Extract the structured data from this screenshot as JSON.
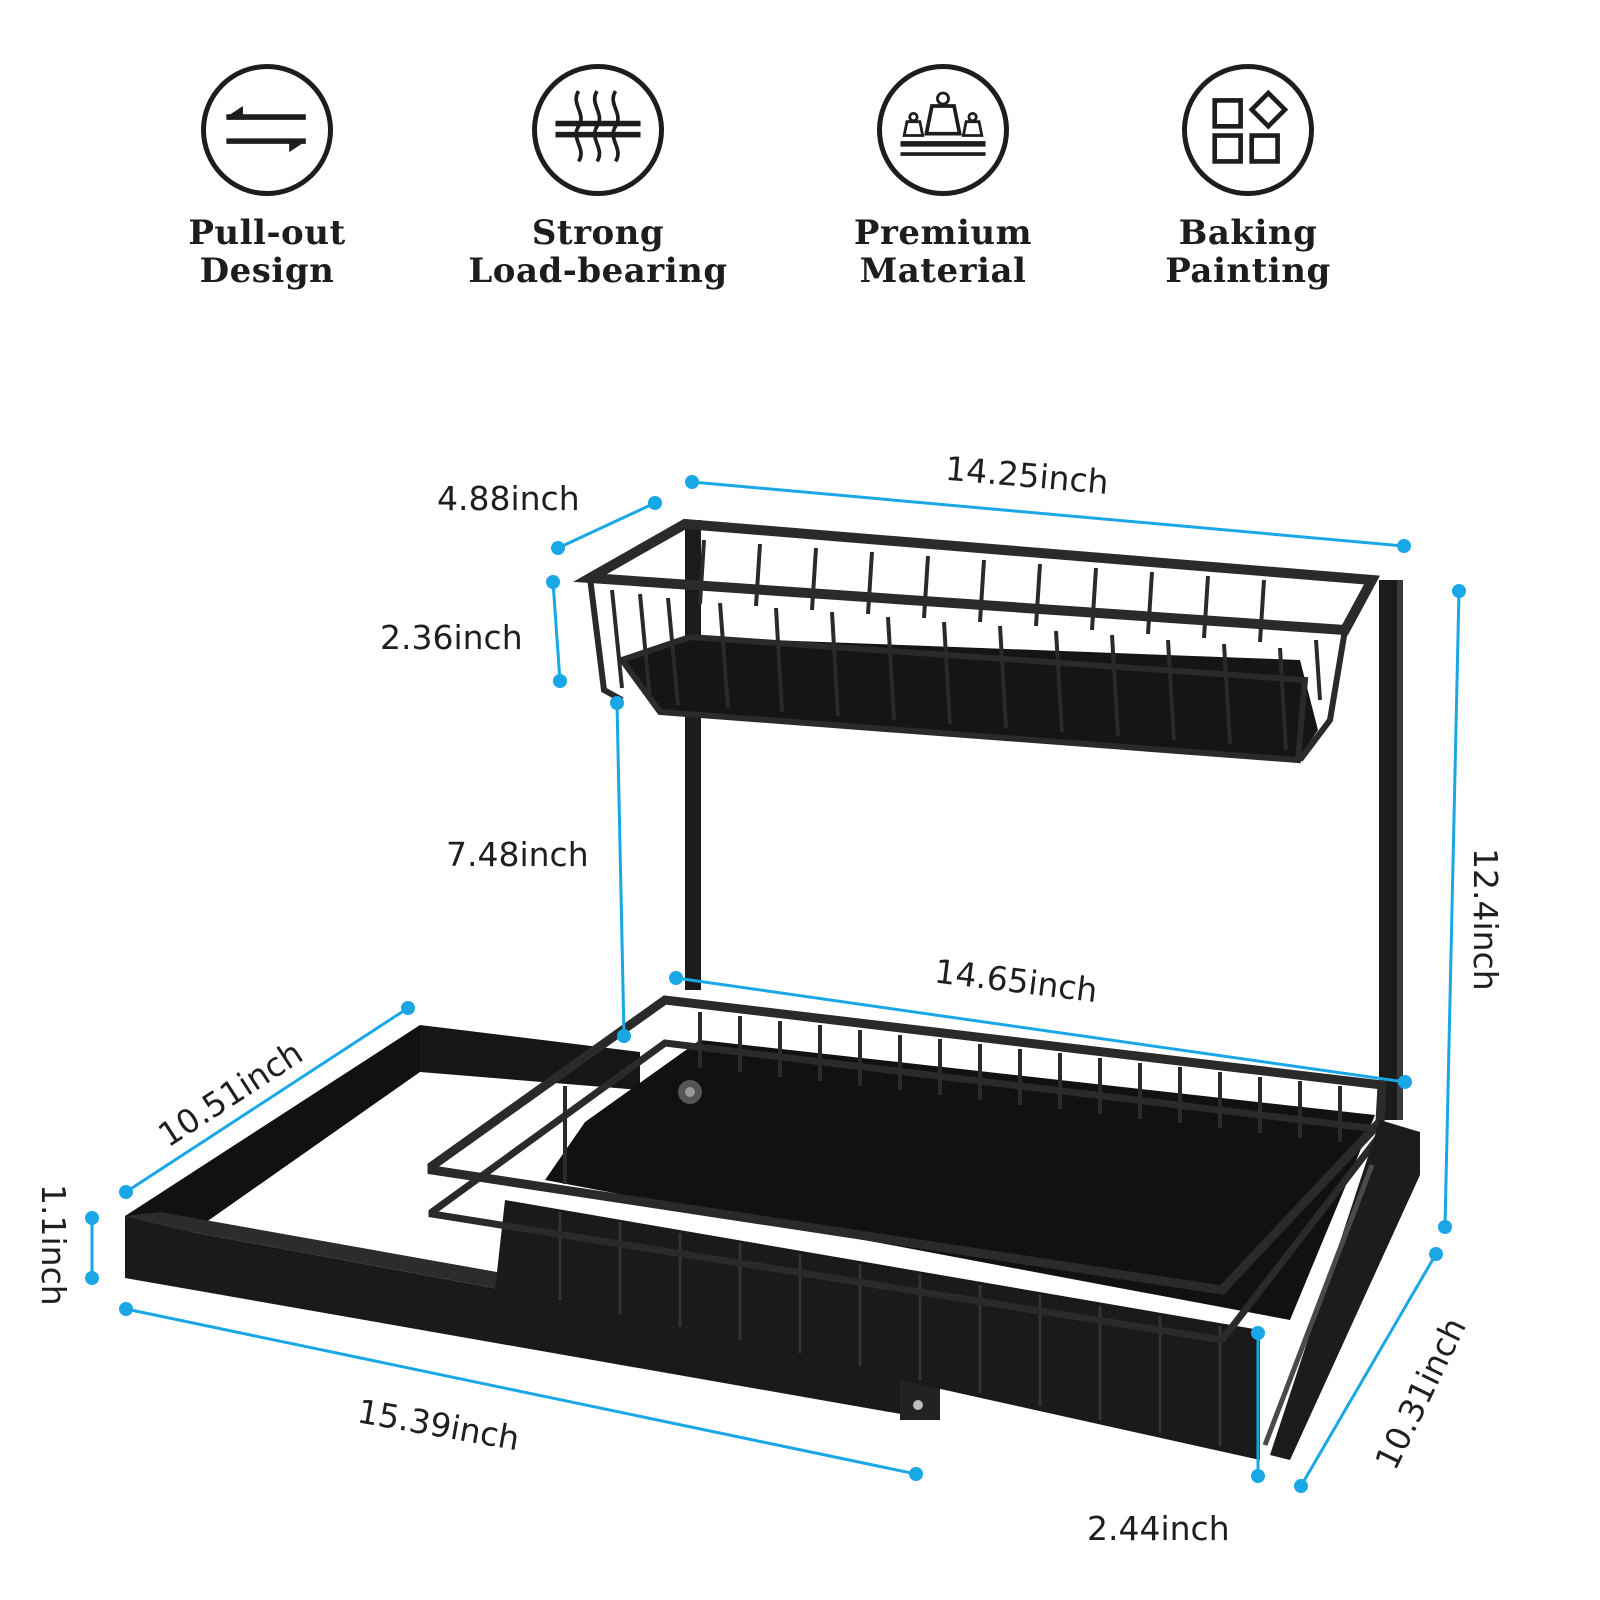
{
  "features": [
    {
      "icon": "pull-out-arrows-icon",
      "line1": "Pull-out",
      "line2": "Design"
    },
    {
      "icon": "load-bearing-shelf-icon",
      "line1": "Strong",
      "line2": "Load-bearing"
    },
    {
      "icon": "weights-on-shelf-icon",
      "line1": "Premium",
      "line2": "Material"
    },
    {
      "icon": "shapes-grid-icon",
      "line1": "Baking",
      "line2": "Painting"
    }
  ],
  "dimensions": {
    "top_depth": "4.88inch",
    "top_width": "14.25inch",
    "basket_height": "2.36inch",
    "tier_gap": "7.48inch",
    "total_height": "12.4inch",
    "bottom_width": "14.65inch",
    "base_depth": "10.51inch",
    "base_height": "1.1inch",
    "base_length": "15.39inch",
    "drawer_depth": "10.31inch",
    "drawer_height": "2.44inch"
  },
  "colors": {
    "dimension_line": "#1aa7e6",
    "product": "#1b1b1b",
    "icon_stroke": "#1d1d1d"
  }
}
